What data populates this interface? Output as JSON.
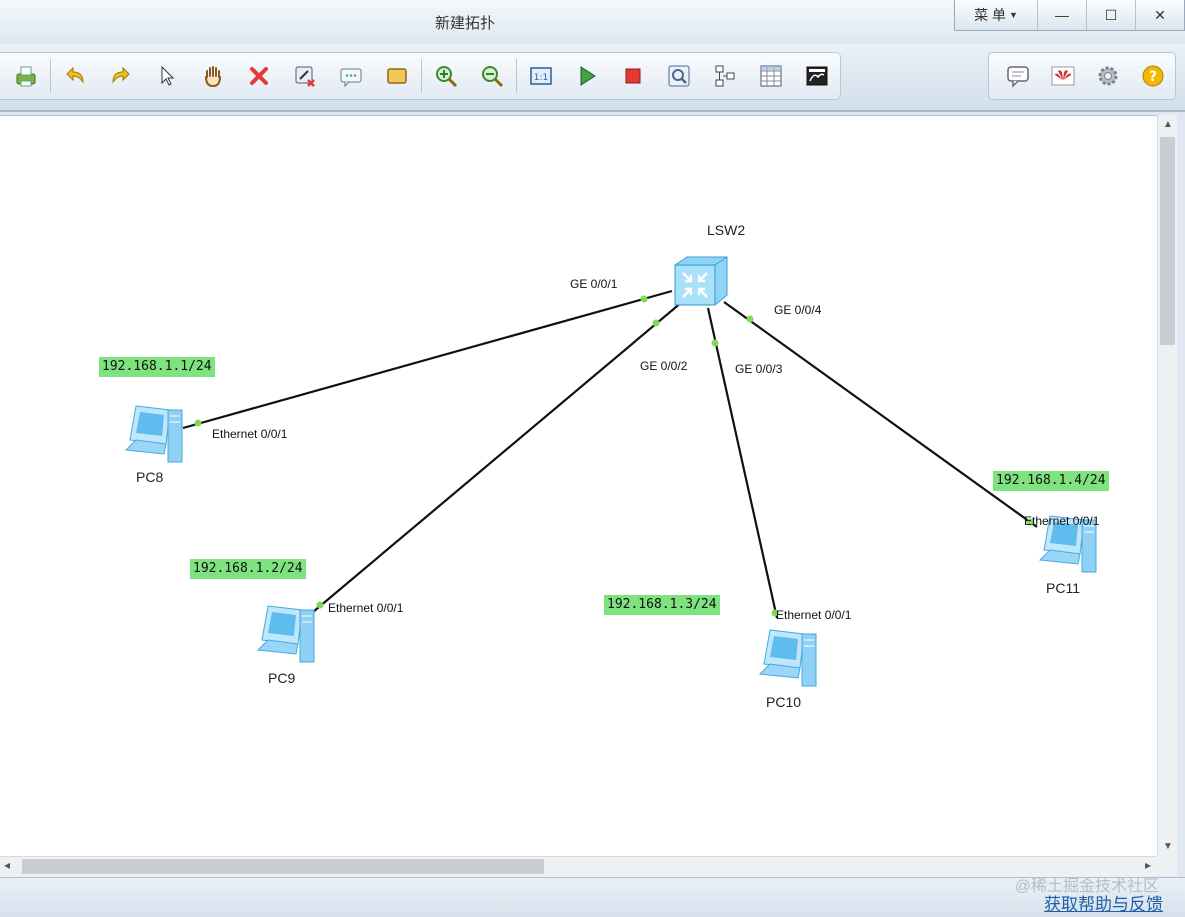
{
  "window": {
    "title": "新建拓扑",
    "menu_label": "菜 单",
    "minimize": "—",
    "maximize": "☐",
    "close": "✕"
  },
  "toolbar_left": [
    {
      "name": "print-icon"
    },
    {
      "name": "undo-icon"
    },
    {
      "name": "redo-icon"
    },
    {
      "name": "pointer-select-icon"
    },
    {
      "name": "hand-pan-icon"
    },
    {
      "name": "delete-icon"
    },
    {
      "name": "delete-link-icon"
    },
    {
      "name": "text-annotation-icon"
    },
    {
      "name": "rectangle-icon"
    },
    {
      "name": "zoom-in-icon"
    },
    {
      "name": "zoom-out-icon"
    },
    {
      "name": "fit-view-icon"
    },
    {
      "name": "start-device-icon"
    },
    {
      "name": "stop-device-icon"
    },
    {
      "name": "capture-icon"
    },
    {
      "name": "topology-icon"
    },
    {
      "name": "table-icon"
    },
    {
      "name": "screenshot-icon"
    }
  ],
  "toolbar_right": [
    {
      "name": "chat-icon"
    },
    {
      "name": "huawei-logo-icon"
    },
    {
      "name": "settings-gear-icon"
    },
    {
      "name": "help-icon"
    }
  ],
  "topology": {
    "switch": {
      "label": "LSW2"
    },
    "pcs": [
      {
        "id": "pc8",
        "label": "PC8",
        "ip": "192.168.1.1/24",
        "port": "Ethernet 0/0/1"
      },
      {
        "id": "pc9",
        "label": "PC9",
        "ip": "192.168.1.2/24",
        "port": "Ethernet 0/0/1"
      },
      {
        "id": "pc10",
        "label": "PC10",
        "ip": "192.168.1.3/24",
        "port": "Ethernet 0/0/1"
      },
      {
        "id": "pc11",
        "label": "PC11",
        "ip": "192.168.1.4/24",
        "port": "Ethernet 0/0/1"
      }
    ],
    "switch_ports": [
      "GE 0/0/1",
      "GE 0/0/2",
      "GE 0/0/3",
      "GE 0/0/4"
    ],
    "link_color": "#111111",
    "port_dot_color": "#7ed957",
    "ip_label_color": "#7ee37e"
  },
  "status": {
    "watermark": "@稀土掘金技术社区",
    "help_link": "获取帮助与反馈"
  }
}
